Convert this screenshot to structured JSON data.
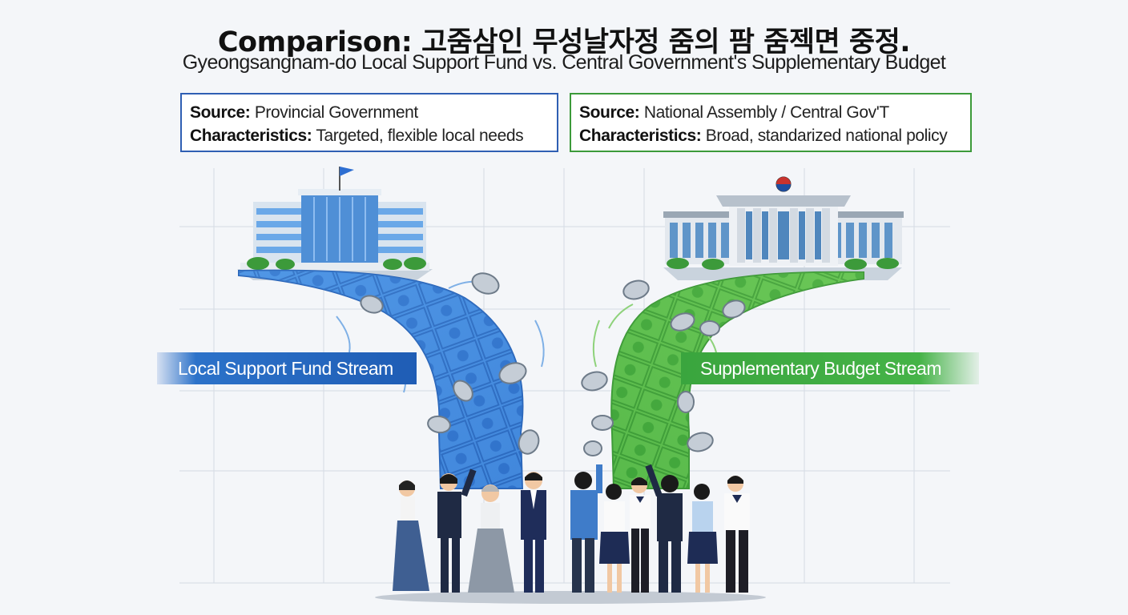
{
  "header": {
    "title": "Comparison: 고줌삼인 무성날자정 줌의 팜 줌젝면 중정.",
    "subtitle": "Gyeongsangnam-do Local Support Fund vs. Central Government's Supplementary Budget"
  },
  "left_box": {
    "source_label": "Source:",
    "source_value": "Provincial Government",
    "char_label": "Characteristics:",
    "char_value": "Targeted, flexible local needs"
  },
  "right_box": {
    "source_label": "Source:",
    "source_value": "National Assembly / Central Gov'T",
    "char_label": "Characteristics:",
    "char_value": "Broad, standarized national policy"
  },
  "streams": {
    "left_label": "Local Support Fund Stream",
    "right_label": "Supplementary Budget Stream"
  },
  "colors": {
    "left_accent": "#2f5fb3",
    "right_accent": "#3c9a3a",
    "blue_stream": "#3f86dc",
    "green_stream": "#5cbf4a"
  },
  "icons": {
    "left_building": "provincial-government-building-icon",
    "right_building": "national-assembly-building-icon",
    "money": "banknote-icon",
    "coin": "coin-icon",
    "people": "citizens-group-icon"
  }
}
